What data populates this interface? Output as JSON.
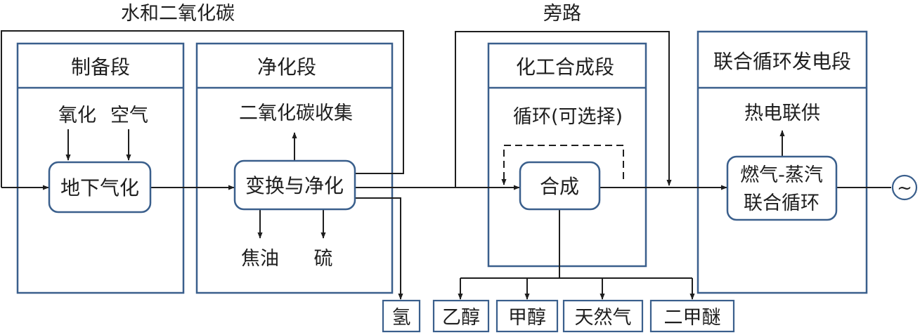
{
  "top_labels": {
    "water_co2": "水和二氧化碳",
    "bypass": "旁路"
  },
  "sections": {
    "prep": {
      "title": "制备段",
      "inputs": [
        "氧化",
        "空气"
      ],
      "process": "地下气化"
    },
    "purify": {
      "title": "净化段",
      "output_top": "二氧化碳收集",
      "process": "变换与净化",
      "outputs_bottom": [
        "焦油",
        "硫"
      ]
    },
    "chem": {
      "title": "化工合成段",
      "loop_label": "循环(可选择)",
      "process": "合成"
    },
    "power": {
      "title": "联合循环发电段",
      "output_top": "热电联供",
      "process_line1": "燃气-蒸汽",
      "process_line2": "联合循环"
    }
  },
  "products": [
    "氢",
    "乙醇",
    "甲醇",
    "天然气",
    "二甲醚"
  ],
  "generator_symbol": "~"
}
